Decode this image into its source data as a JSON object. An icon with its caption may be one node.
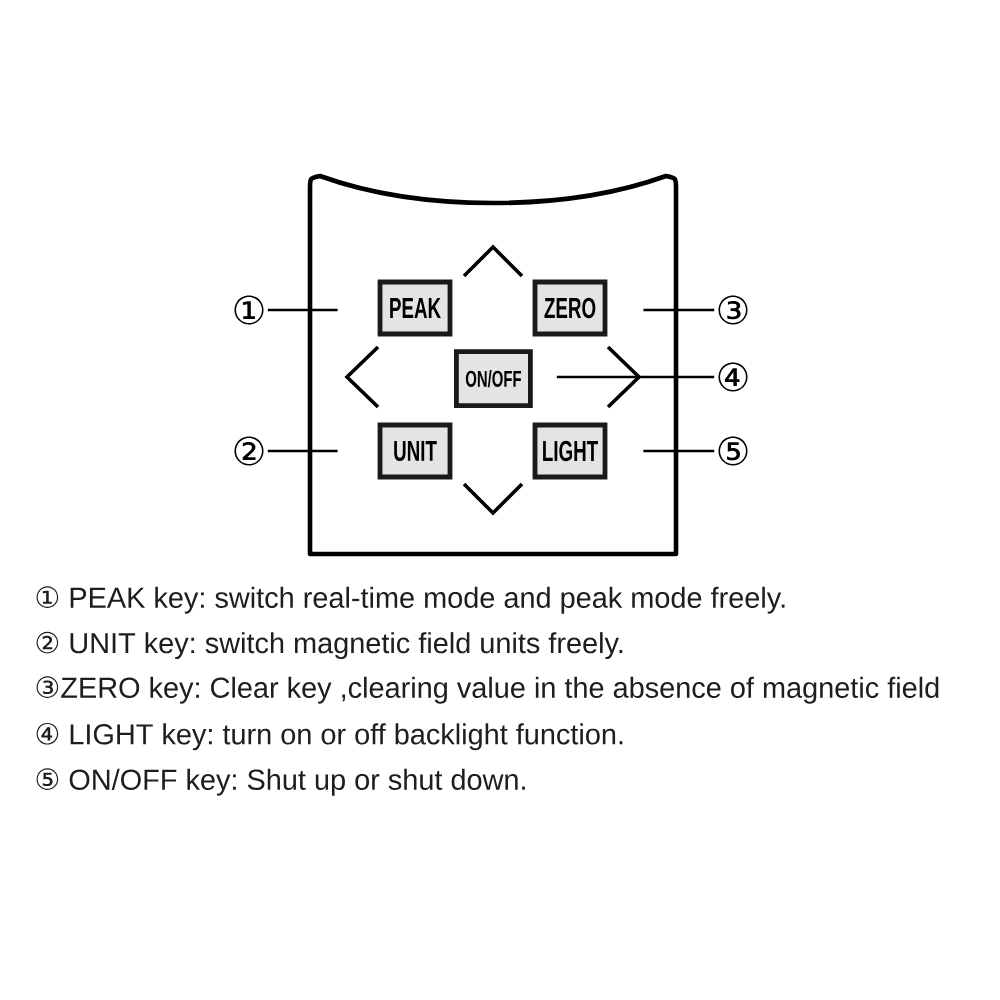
{
  "diagram": {
    "nodes": [
      {
        "text": [],
        "shape": "box"
      },
      {
        "text": [
          "①"
        ]
      },
      {
        "text": [
          "PEAK"
        ],
        "in": 0
      },
      {
        "text": [
          "ZERO"
        ],
        "in": 0
      },
      {
        "text": [
          "③"
        ]
      },
      {
        "text": [
          "ON/OFF"
        ],
        "in": 0
      },
      {
        "text": [
          "④"
        ]
      },
      {
        "text": [
          "②"
        ]
      },
      {
        "text": [
          "UNIT"
        ],
        "in": 0
      },
      {
        "text": [
          "LIGHT"
        ],
        "in": 0
      },
      {
        "text": [
          "⑤"
        ]
      }
    ],
    "edges": [
      {
        "from": 1,
        "to": 2,
        "arrow": "none"
      },
      {
        "from": 4,
        "to": 3,
        "arrow": "none"
      },
      {
        "from": 6,
        "to": 5,
        "arrow": "none"
      },
      {
        "from": 7,
        "to": 8,
        "arrow": "none"
      },
      {
        "from": 10,
        "to": 9,
        "arrow": "none"
      }
    ],
    "labels": [
      "① PEAK key: switch real-time mode and peak mode freely.",
      "② UNIT key: switch magnetic field units freely.",
      "③ZERO key: Clear key ,clearing value in the absence of magnetic field",
      "④ LIGHT key: turn on or off backlight function.",
      "⑤ ON/OFF key: Shut up or shut down."
    ]
  }
}
